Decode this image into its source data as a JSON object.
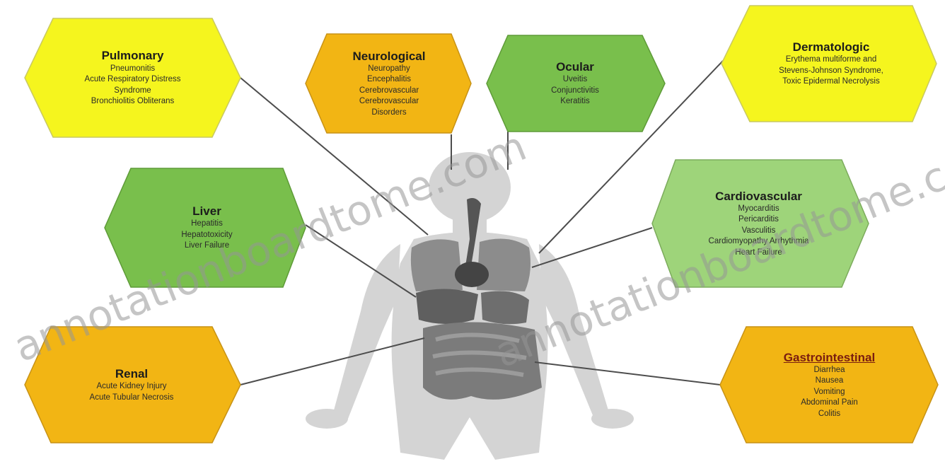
{
  "colors": {
    "yellow": "#f5f51e",
    "orange": "#f2b514",
    "green": "#79bf4c",
    "light_green": "#9ed47a",
    "body": "#d4d4d4",
    "organs": "#8c8c8c",
    "connector": "#4d4d4d"
  },
  "boxes": [
    {
      "id": "pulmonary",
      "title": "Pulmonary",
      "color": "yellow",
      "lines": [
        "Pneumonitis",
        "Acute Respiratory Distress",
        "Syndrome",
        "Bronchiolitis Obliterans"
      ]
    },
    {
      "id": "neurological",
      "title": "Neurological",
      "color": "orange",
      "lines": [
        "Neuropathy",
        "Encephalitis",
        "Cerebrovascular",
        "Cerebrovascular",
        "Disorders"
      ]
    },
    {
      "id": "ocular",
      "title": "Ocular",
      "color": "green",
      "lines": [
        "Uveitis",
        "Conjunctivitis",
        "Keratitis"
      ]
    },
    {
      "id": "dermatologic",
      "title": "Dermatologic",
      "color": "yellow",
      "lines": [
        "Erythema multiforme and",
        "Stevens-Johnson Syndrome,",
        "Toxic Epidermal Necrolysis"
      ]
    },
    {
      "id": "liver",
      "title": "Liver",
      "color": "green",
      "lines": [
        "Hepatitis",
        "Hepatotoxicity",
        "Liver Failure"
      ]
    },
    {
      "id": "cardiovascular",
      "title": "Cardiovascular",
      "color": "light_green",
      "lines": [
        "Myocarditis",
        "Pericarditis",
        "Vasculitis",
        "Cardiomyopathy Arrhythmia",
        "Heart Failure"
      ]
    },
    {
      "id": "renal",
      "title": "Renal",
      "color": "orange",
      "lines": [
        "Acute Kidney Injury",
        "Acute Tubular Necrosis"
      ]
    },
    {
      "id": "gastrointestinal",
      "title": "Gastrointestinal",
      "color": "orange",
      "lines": [
        "Diarrhea",
        "Nausea",
        "Vomiting",
        "Abdominal Pain",
        "Colitis"
      ]
    }
  ],
  "watermarks": [
    "annotationboardtome.com",
    "annotationboardtome.com"
  ]
}
